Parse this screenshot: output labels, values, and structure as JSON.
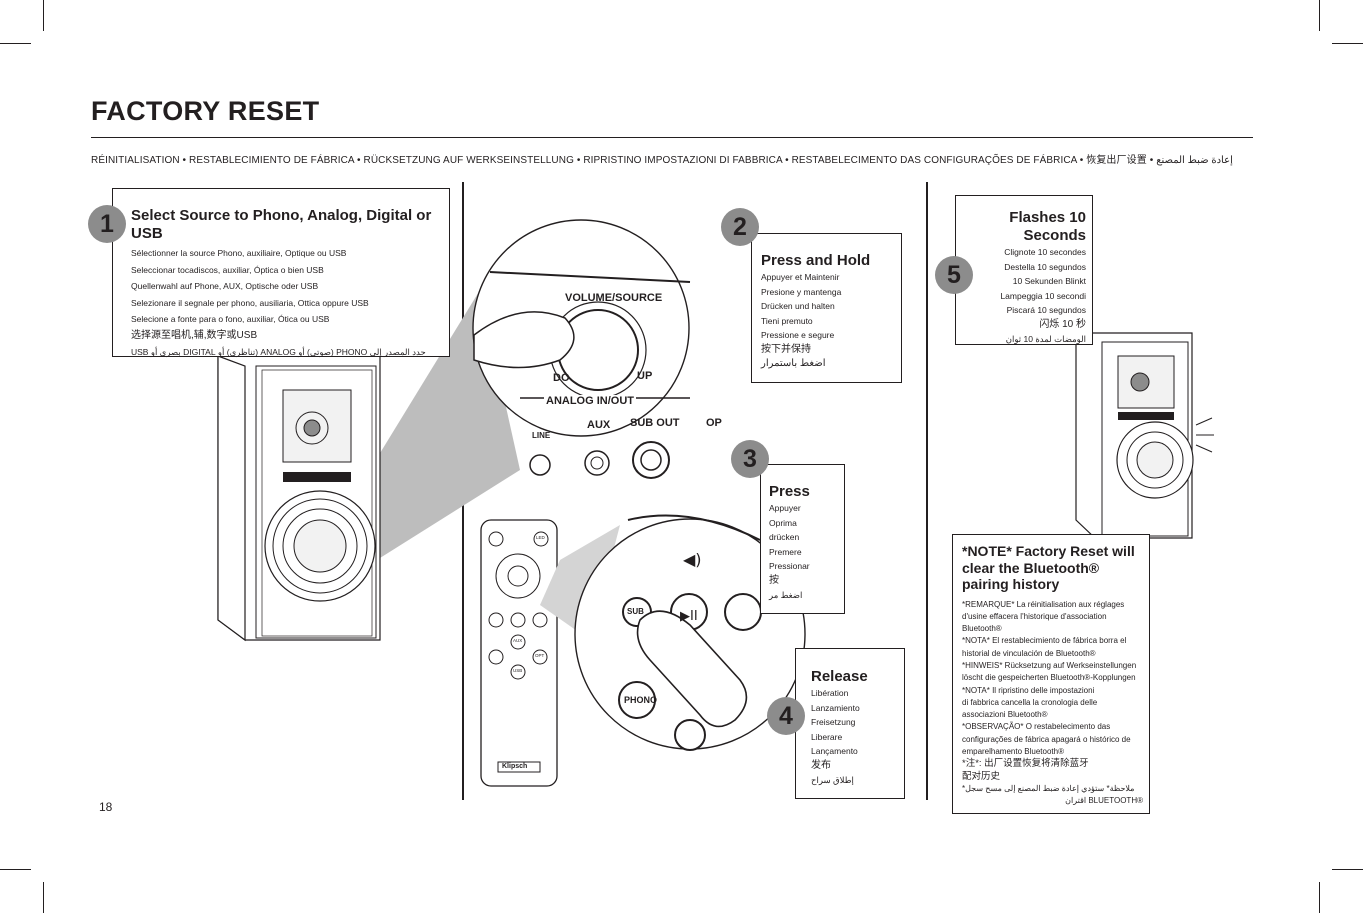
{
  "page": {
    "title": "FACTORY RESET",
    "subtitle": "RÉINITIALISATION  •  RESTABLECIMIENTO DE FÁBRICA  •  RÜCKSETZUNG AUF WERKSEINSTELLUNG  •  RIPRISTINO IMPOSTAZIONI DI FABBRICA  •  RESTABELECIMENTO DAS CONFIGURAÇÕES DE FÁBRICA  •  恢复出厂设置  •  إعادة ضبط المصنع",
    "page_number": "18"
  },
  "steps": {
    "s1": {
      "number": "1",
      "heading": "Select Source to Phono, Analog, Digital or USB",
      "lines": [
        "Sélectionner la source Phono, auxiliaire, Optique ou USB",
        "Seleccionar tocadiscos, auxiliar, Óptica o bien USB",
        "Quellenwahl auf Phone, AUX, Optische oder USB",
        "Selezionare il segnale per phono, ausiliaria, Ottica oppure USB",
        "Selecione a fonte para o fono, auxiliar, Ótica ou USB",
        "选择源至唱机,辅,数字或USB",
        "حدد المصدر إلى PHONO (صوتي) أو ANALOG (تناظري) أو DIGITAL بصري أو USB"
      ]
    },
    "s2": {
      "number": "2",
      "heading": "Press and Hold",
      "lines": [
        "Appuyer et Maintenir",
        "Presione y mantenga",
        "Drücken und halten",
        "Tieni premuto",
        "Pressione e segure",
        "按下并保持",
        "اضغط باستمرار"
      ]
    },
    "s3": {
      "number": "3",
      "heading": "Press",
      "lines": [
        "Appuyer",
        "Oprima",
        "drücken",
        "Premere",
        "Pressionar",
        "按",
        "اضغط مر"
      ]
    },
    "s4": {
      "number": "4",
      "heading": "Release",
      "lines": [
        "Libération",
        "Lanzamiento",
        "Freisetzung",
        "Liberare",
        "Lançamento",
        "发布",
        "إطلاق سراح"
      ]
    },
    "s5": {
      "number": "5",
      "heading": "Flashes 10 Seconds",
      "lines": [
        "Clignote 10 secondes",
        "Destella 10 segundos",
        "10 Sekunden Blinkt",
        "Lampeggia 10 secondi",
        "Piscará 10 segundos",
        "闪烁 10 秒",
        "الومضات لمدة 10 ثوان"
      ]
    }
  },
  "note": {
    "heading_lines": [
      "*NOTE* Factory Reset will",
      "clear the Bluetooth®",
      "pairing history"
    ],
    "body_lines": [
      "*REMARQUE* La réinitialisation aux réglages",
      "d'usine effacera l'historique d'association",
      "Bluetooth®",
      "*NOTA* El restablecimiento de fábrica borra el",
      "historial de vinculación de Bluetooth®",
      "*HINWEIS* Rücksetzung auf Werkseinstellungen",
      "löscht die gespeicherten Bluetooth®-Kopplungen",
      "*NOTA* Il ripristino delle impostazioni",
      "di fabbrica cancella la cronologia delle",
      "associazioni Bluetooth®",
      "*OBSERVAÇÃO* O restabelecimento das",
      "configurações de fábrica apagará o histórico de",
      "emparelhamento Bluetooth®",
      "*注*: 出厂设置恢复将清除蓝牙",
      "配对历史",
      "*ملاحظة* ستؤدي إعادة ضبط المصنع إلى مسح سجل",
      "اقتران BLUETOOTH®"
    ]
  },
  "illustration": {
    "knob_label": "VOLUME/SOURCE",
    "knob_left": "DO",
    "knob_right": "UP",
    "panel_label": "ANALOG IN/OUT",
    "jack_line": "LINE",
    "jack_aux": "AUX",
    "jack_subout": "SUB OUT",
    "jack_op": "OP",
    "remote_sub": "SUB",
    "remote_phono": "PHONO",
    "remote_aux": "AUX",
    "remote_opt": "OPT",
    "remote_usb": "USB",
    "remote_led": "LED",
    "remote_brand": "Klipsch"
  },
  "colors": {
    "ink": "#231f20",
    "badge": "#8c8c8c",
    "zoom": "#bdbdbd"
  }
}
